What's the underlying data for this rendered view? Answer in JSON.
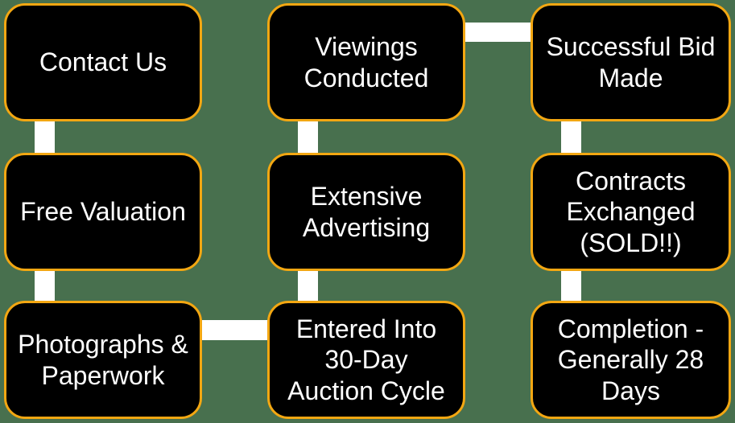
{
  "diagram": {
    "title": "Auction process flowchart",
    "type": "snake-flow",
    "nodes": [
      {
        "id": "contact-us",
        "label": "Contact Us"
      },
      {
        "id": "free-valuation",
        "label": "Free Valuation"
      },
      {
        "id": "photographs-paperwork",
        "label": "Photographs &\nPaperwork"
      },
      {
        "id": "entered-auction-cycle",
        "label": "Entered Into\n30-Day\nAuction Cycle"
      },
      {
        "id": "extensive-advertising",
        "label": "Extensive\nAdvertising"
      },
      {
        "id": "viewings-conducted",
        "label": "Viewings\nConducted"
      },
      {
        "id": "successful-bid-made",
        "label": "Successful Bid\nMade"
      },
      {
        "id": "contracts-exchanged",
        "label": "Contracts\nExchanged\n(SOLD!!)"
      },
      {
        "id": "completion-28-days",
        "label": "Completion -\nGenerally 28\nDays"
      }
    ],
    "connections": [
      {
        "from": "contact-us",
        "to": "free-valuation"
      },
      {
        "from": "free-valuation",
        "to": "photographs-paperwork"
      },
      {
        "from": "photographs-paperwork",
        "to": "entered-auction-cycle"
      },
      {
        "from": "entered-auction-cycle",
        "to": "extensive-advertising"
      },
      {
        "from": "extensive-advertising",
        "to": "viewings-conducted"
      },
      {
        "from": "viewings-conducted",
        "to": "successful-bid-made"
      },
      {
        "from": "successful-bid-made",
        "to": "contracts-exchanged"
      },
      {
        "from": "contracts-exchanged",
        "to": "completion-28-days"
      }
    ],
    "colors": {
      "background": "#48704E",
      "box_fill": "#000000",
      "box_border": "#F3A712",
      "connector": "#FFFFFF",
      "text": "#FFFFFF"
    }
  }
}
